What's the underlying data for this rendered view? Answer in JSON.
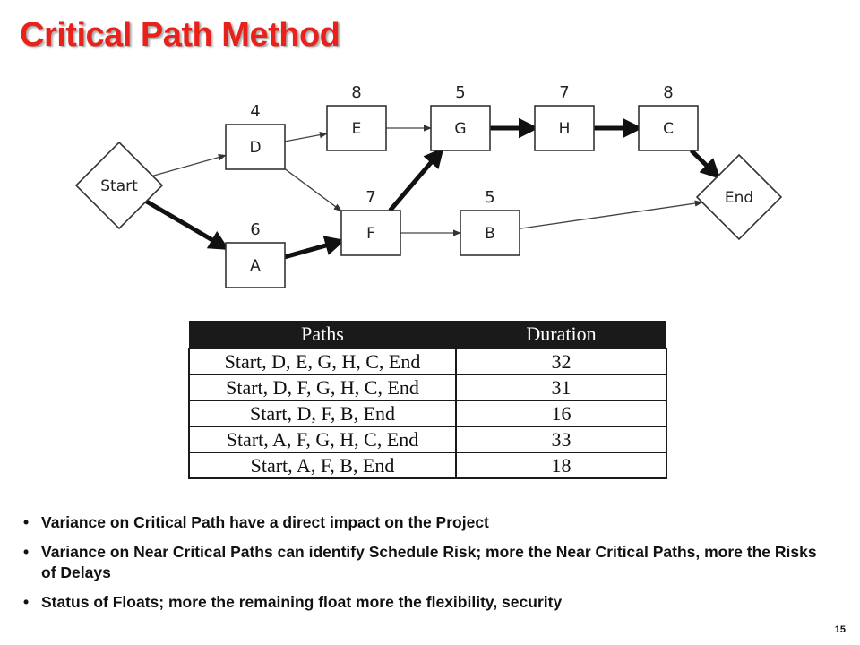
{
  "title": "Critical Path Method",
  "diagram": {
    "nodes": [
      {
        "id": "start",
        "label": "Start",
        "duration": ""
      },
      {
        "id": "d",
        "label": "D",
        "duration": "4"
      },
      {
        "id": "a",
        "label": "A",
        "duration": "6"
      },
      {
        "id": "e",
        "label": "E",
        "duration": "8"
      },
      {
        "id": "f",
        "label": "F",
        "duration": "7"
      },
      {
        "id": "g",
        "label": "G",
        "duration": "5"
      },
      {
        "id": "h",
        "label": "H",
        "duration": "7"
      },
      {
        "id": "c",
        "label": "C",
        "duration": "8"
      },
      {
        "id": "b",
        "label": "B",
        "duration": "5"
      },
      {
        "id": "end",
        "label": "End",
        "duration": ""
      }
    ],
    "edges": [
      {
        "from": "start",
        "to": "d",
        "critical": false
      },
      {
        "from": "start",
        "to": "a",
        "critical": true
      },
      {
        "from": "d",
        "to": "e",
        "critical": false
      },
      {
        "from": "d",
        "to": "f",
        "critical": false
      },
      {
        "from": "a",
        "to": "f",
        "critical": true
      },
      {
        "from": "e",
        "to": "g",
        "critical": false
      },
      {
        "from": "f",
        "to": "g",
        "critical": true
      },
      {
        "from": "f",
        "to": "b",
        "critical": false
      },
      {
        "from": "g",
        "to": "h",
        "critical": true
      },
      {
        "from": "h",
        "to": "c",
        "critical": true
      },
      {
        "from": "c",
        "to": "end",
        "critical": true
      },
      {
        "from": "b",
        "to": "end",
        "critical": false
      }
    ]
  },
  "table": {
    "headers": [
      "Paths",
      "Duration"
    ],
    "rows": [
      [
        "Start, D, E, G, H, C, End",
        "32"
      ],
      [
        "Start, D, F, G, H, C, End",
        "31"
      ],
      [
        "Start, D, F, B, End",
        "16"
      ],
      [
        "Start, A, F, G, H, C, End",
        "33"
      ],
      [
        "Start, A, F, B, End",
        "18"
      ]
    ]
  },
  "bullets": [
    "Variance on Critical Path have a direct impact on the Project",
    "Variance on Near Critical Paths can identify Schedule Risk; more the Near Critical Paths, more the Risks of Delays",
    "Status of Floats; more the remaining float more the flexibility, security"
  ],
  "page_number": "15",
  "colors": {
    "title": "#e8221b",
    "table_header": "#1a1a1a",
    "line": "#222222"
  }
}
